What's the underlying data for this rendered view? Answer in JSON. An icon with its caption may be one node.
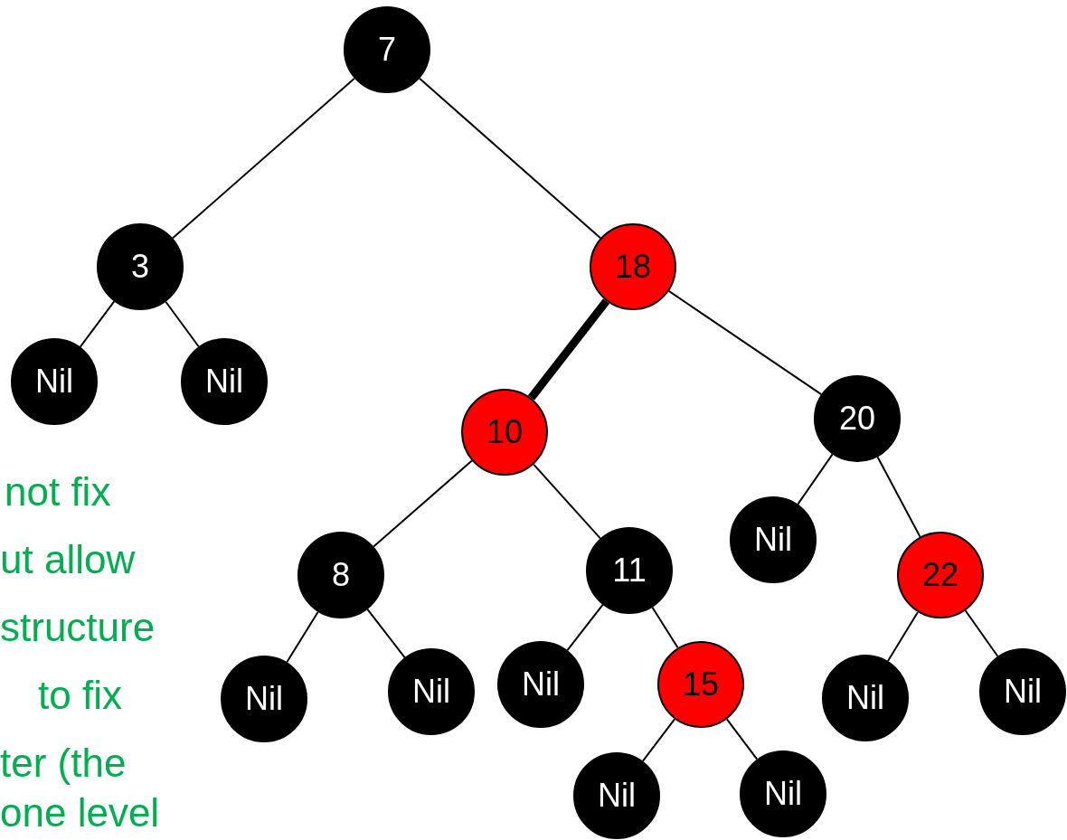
{
  "diagram": {
    "nodes": [
      {
        "text": [
          "7"
        ]
      },
      {
        "text": [
          "3"
        ]
      },
      {
        "text": [
          "18"
        ]
      },
      {
        "text": [
          "Nil"
        ]
      },
      {
        "text": [
          "Nil"
        ]
      },
      {
        "text": [
          "10"
        ]
      },
      {
        "text": [
          "20"
        ]
      },
      {
        "text": [
          "8"
        ]
      },
      {
        "text": [
          "11"
        ]
      },
      {
        "text": [
          "Nil"
        ]
      },
      {
        "text": [
          "22"
        ]
      },
      {
        "text": [
          "Nil"
        ]
      },
      {
        "text": [
          "Nil"
        ]
      },
      {
        "text": [
          "Nil"
        ]
      },
      {
        "text": [
          "15"
        ]
      },
      {
        "text": [
          "Nil"
        ]
      },
      {
        "text": [
          "Nil"
        ]
      },
      {
        "text": [
          "Nil"
        ]
      },
      {
        "text": [
          "Nil"
        ]
      }
    ],
    "edges": [
      {
        "from": 0,
        "to": 1,
        "arrow": "none"
      },
      {
        "from": 0,
        "to": 2,
        "arrow": "none"
      },
      {
        "from": 1,
        "to": 3,
        "arrow": "none"
      },
      {
        "from": 1,
        "to": 4,
        "arrow": "none"
      },
      {
        "from": 2,
        "to": 5,
        "arrow": "none",
        "style": "thick"
      },
      {
        "from": 2,
        "to": 6,
        "arrow": "none"
      },
      {
        "from": 5,
        "to": 7,
        "arrow": "none"
      },
      {
        "from": 5,
        "to": 8,
        "arrow": "none"
      },
      {
        "from": 6,
        "to": 9,
        "arrow": "none"
      },
      {
        "from": 6,
        "to": 10,
        "arrow": "none"
      },
      {
        "from": 7,
        "to": 11,
        "arrow": "none"
      },
      {
        "from": 7,
        "to": 12,
        "arrow": "none"
      },
      {
        "from": 8,
        "to": 13,
        "arrow": "none"
      },
      {
        "from": 8,
        "to": 14,
        "arrow": "none"
      },
      {
        "from": 10,
        "to": 15,
        "arrow": "none"
      },
      {
        "from": 10,
        "to": 16,
        "arrow": "none"
      },
      {
        "from": 14,
        "to": 17,
        "arrow": "none"
      },
      {
        "from": 14,
        "to": 18,
        "arrow": "none"
      }
    ],
    "labels": [
      "not fix",
      "ut allow",
      "structure",
      "to fix",
      "ter (the",
      "one level"
    ]
  }
}
